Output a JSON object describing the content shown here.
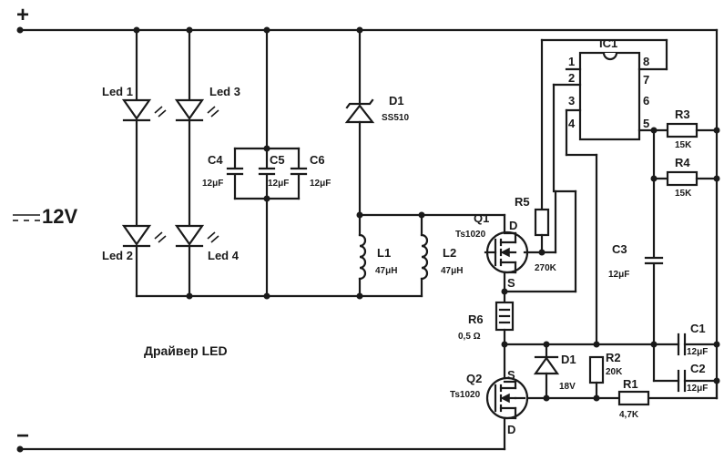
{
  "supply": {
    "plus": "+",
    "minus": "−",
    "voltage": "12V"
  },
  "caption": "Драйвер LED",
  "leds": [
    "Led 1",
    "Led 2",
    "Led 3",
    "Led 4"
  ],
  "caps_top": {
    "c4": {
      "name": "C4",
      "value": "12μF"
    },
    "c5": {
      "name": "C5",
      "value": "12μF"
    },
    "c6": {
      "name": "C6",
      "value": "12μF"
    }
  },
  "d1_top": {
    "name": "D1",
    "value": "SS510"
  },
  "inductors": {
    "l1": {
      "name": "L1",
      "value": "47μH"
    },
    "l2": {
      "name": "L2",
      "value": "47μH"
    }
  },
  "q1": {
    "name": "Q1",
    "part": "Ts1020",
    "d": "D",
    "s": "S"
  },
  "q2": {
    "name": "Q2",
    "part": "Ts1020",
    "s": "S",
    "d": "D"
  },
  "r5": {
    "name": "R5",
    "value": "270K"
  },
  "r6": {
    "name": "R6",
    "value": "0,5 Ω"
  },
  "ic1": {
    "name": "IC1",
    "pins": [
      "1",
      "2",
      "3",
      "4",
      "5",
      "6",
      "7",
      "8"
    ]
  },
  "r3": {
    "name": "R3",
    "value": "15K"
  },
  "r4": {
    "name": "R4",
    "value": "15K"
  },
  "c3": {
    "name": "C3",
    "value": "12μF"
  },
  "c1": {
    "name": "C1",
    "value": "12μF"
  },
  "c2": {
    "name": "C2",
    "value": "12μF"
  },
  "d1_bottom": {
    "name": "D1",
    "value": "18V"
  },
  "r2": {
    "name": "R2",
    "value": "20K"
  },
  "r1": {
    "name": "R1",
    "value": "4,7K"
  }
}
